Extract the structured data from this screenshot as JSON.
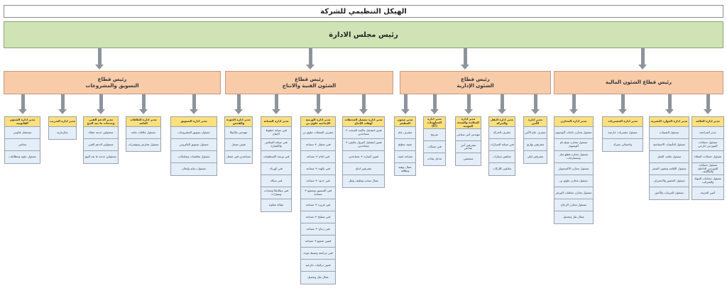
{
  "title": "الهيكل التنظيمي للشركة",
  "board": "رئيس مجلس الادارة",
  "sectors": [
    {
      "title": "رئيس قطاع\nالتسويق والمشروعات",
      "departments": [
        {
          "title": "مدير ادارة الشئون القانونية",
          "items": [
            "مستشار قانوني",
            "محامي",
            "مسئول عقود ومطالبات"
          ]
        },
        {
          "title": "مدير ادارة التدريب",
          "items": [
            "سكرتارية"
          ]
        },
        {
          "title": "مدير الدعم الفني وخدمات ما بعد البيع",
          "items": [
            "مسئولين خدمة عملاء",
            "مسئولين الدعم الفني",
            "مسئولين خدمة ما بعد البيع"
          ]
        },
        {
          "title": "مدير ادارة العلاقات العامة",
          "items": [
            "مسئول علاقات عامة",
            "مسئول معارض ومؤتمرات"
          ]
        },
        {
          "title": "مدير ادارة التسويق",
          "items": [
            "مسئول تسويق المشروعات",
            "مسئول تسويق اليكتروني",
            "مسئول مناقصات ومعاملات",
            "مسئول دعاية وإعلان"
          ]
        }
      ]
    },
    {
      "title": "رئيس قطاع\nالشئون الفنية والانتاج",
      "departments": [
        {
          "title": "مدير ادارة الجودة والفحص",
          "items": [
            "مهندس مكانيكا",
            "فنيين معمل",
            "مساعدين فني معمل"
          ]
        },
        {
          "title": "مدير ادارة الصيانة",
          "items": [
            "فني صيانة خطوط الإنتاج",
            "فني صيانة السكس والكسارة",
            "فني ورشة الإسطمبات",
            "فني كهرباء",
            "فني سباك",
            "فني ميكانيكا ومعدات وسيارات",
            "عمالة معاونة"
          ]
        },
        {
          "title": "مدير ادارة الورشة الإنتاجية علوي بن",
          "items": [
            "مشرف الشغلات علوي بن",
            "فني منشار + مساعد",
            "فني لحام + مساعد",
            "فني بالهبة + مساعد",
            "فني حدود + مساعد",
            "فني ألسسور وتجميع + مساعد",
            "فني فريزة + مساعد",
            "فني تسليح + مساعد",
            "فني زجاج + مساعد",
            "فنيين تجميع + مساعد",
            "فني مراجعة وضبط جودة",
            "فنيين تركيبات خارجية",
            "عمال نقل وتحميل"
          ]
        },
        {
          "title": "مدير ادارة تشغيل المحطات أوقات الإنتاج",
          "items": [
            "فنيين لتشغيل ماكينة السحب + مساعدين",
            "فنيين لتشغيل كنترول مكبس + مساعدين",
            "فنيين كسارة + مساعدين",
            "مشرفين انتاج",
            "عمال سحب وتغليف ونقل"
          ]
        }
      ]
    },
    {
      "title": "رئيس قطاع\nالشئون الإدارية",
      "departments": [
        {
          "title": "مدير شئون المطعم",
          "items": [
            "مشرف عام",
            "شيف مطبخ",
            "مساعد شيف",
            "عمال بوفية ونظافة"
          ]
        },
        {
          "title": "مدير ادارة المعلومات (IT)",
          "items": [
            "مبرمج",
            "فني شبكات",
            "مدخل بيانات"
          ]
        },
        {
          "title": "مدير ادارة السلامة والصحة المهنية",
          "items": [
            "مهندس أمن صناعي",
            "مشرفين أمن صناعي",
            "مسعفين"
          ]
        },
        {
          "title": "مدير ادارة النقل والحركة",
          "items": [
            "مشرف الحركة",
            "فني صيانة السيارات",
            "سائقين سيارات",
            "سائقين كلاركات"
          ]
        },
        {
          "title": "مدير ادارة الأمن",
          "items": [
            "مشرف عام الأمن",
            "مشرفين نهاري",
            "مشرفين ليلي"
          ]
        }
      ]
    },
    {
      "title": "رئيس قطاع الشئون المالية",
      "departments": [
        {
          "title": "مدير ادارة المخازن",
          "items": [
            "مسئول مخازن خامات ألومنيوم",
            "مسئول مخازن منتج تام ألومنيوم",
            "مسئول مخازن قطع غيار ومستلزمات",
            "مسئول مخازن الاكسسوار",
            "مسئول مخازن علوي بن",
            "مسئول مخازن مخلفات الورش",
            "مسئول مخازن الزجاج",
            "عمال نقل وتحميل"
          ]
        },
        {
          "title": "مدير ادارة المشتريات",
          "items": [
            "مسئول مشتريات خارجية",
            "واخصائي جمرك"
          ]
        },
        {
          "title": "مدير ادارة الموارد البشرية",
          "items": [
            "مسئول التعيينات",
            "مسئول التأمينات الاجتماعية",
            "مسئول مكتب العمل",
            "مسئول الإقامة وشئون السفر",
            "مسئول الحضور والانصراف",
            "مسئول المرتبات والأجور"
          ]
        },
        {
          "title": "مدير ادارة المالية",
          "items": [
            "مدير المراجعة",
            "مسئول حسابات الموردين خارجي",
            "مسئول حسابات العملاء",
            "مسئول حسابات الموردين الداخلية والتكاليف",
            "مسئول حسابات البنوك والضرائب",
            "أمين الخزينة"
          ]
        }
      ]
    }
  ]
}
